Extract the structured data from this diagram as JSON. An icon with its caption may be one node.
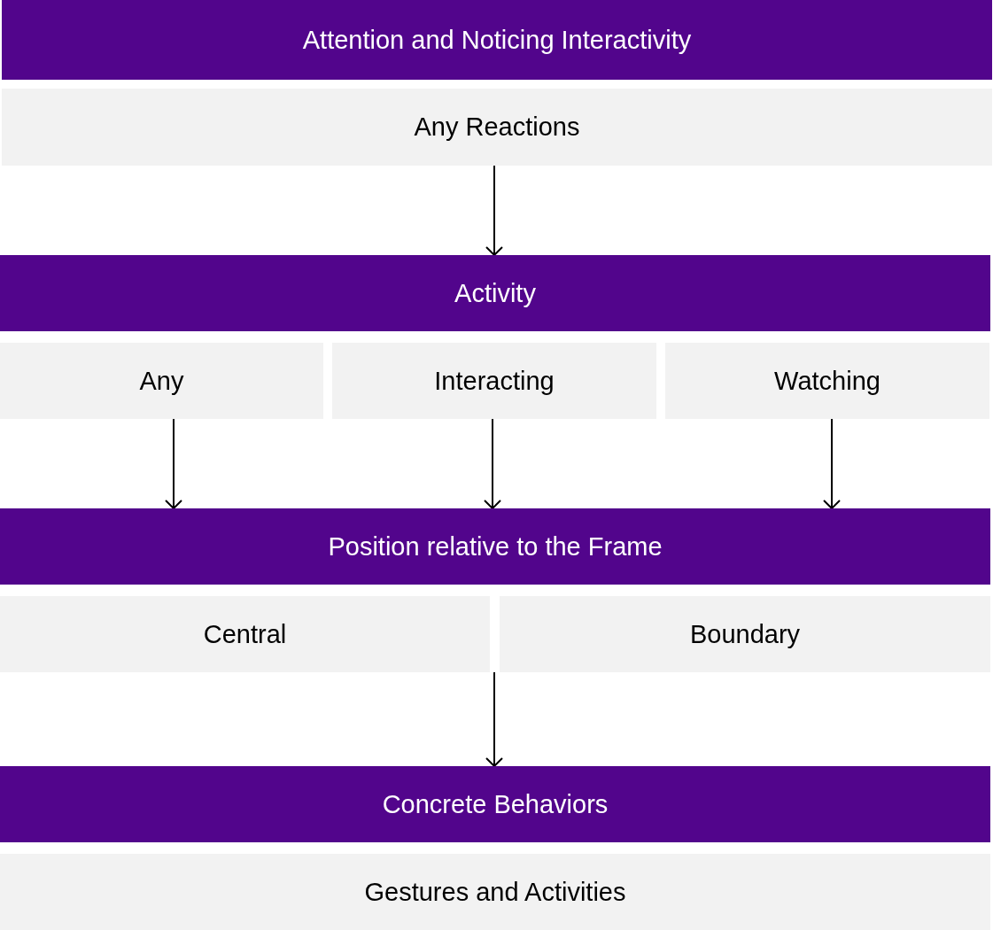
{
  "diagram": {
    "nodes": [
      {
        "text": [
          "Attention and Noticing Interactivity"
        ]
      },
      {
        "text": [
          "Any Reactions"
        ]
      },
      {
        "text": [
          "Activity"
        ]
      },
      {
        "text": [
          "Any"
        ]
      },
      {
        "text": [
          "Interacting"
        ]
      },
      {
        "text": [
          "Watching"
        ]
      },
      {
        "text": [
          "Position relative to the Frame"
        ]
      },
      {
        "text": [
          "Central"
        ]
      },
      {
        "text": [
          "Boundary"
        ]
      },
      {
        "text": [
          "Concrete Behaviors"
        ]
      },
      {
        "text": [
          "Gestures and Activities"
        ]
      }
    ],
    "edges": [
      {
        "from": 1,
        "to": 2,
        "arrow": "to"
      },
      {
        "from": 3,
        "to": 6,
        "arrow": "to"
      },
      {
        "from": 4,
        "to": 6,
        "arrow": "to"
      },
      {
        "from": 5,
        "to": 6,
        "arrow": "to"
      },
      {
        "from": 7,
        "to": 9,
        "arrow": "to"
      },
      {
        "from": 8,
        "to": 9,
        "arrow": "to"
      }
    ]
  }
}
